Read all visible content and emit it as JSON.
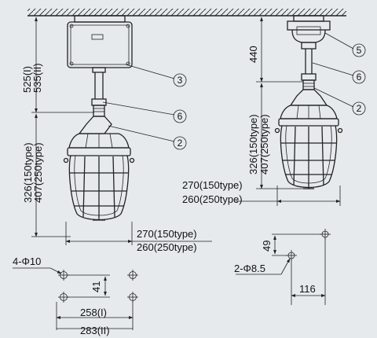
{
  "colors": {
    "background": "#e6eaed",
    "line": "#222222"
  },
  "callouts": [
    "3",
    "6",
    "2",
    "5",
    "6",
    "2"
  ],
  "left_fixture": {
    "height_labels": [
      "525(I)",
      "535(II)"
    ],
    "glass_height_labels": [
      "326(150type)",
      "407(250type)"
    ],
    "width_labels": [
      "270(150type)",
      "260(250type)"
    ]
  },
  "right_fixture": {
    "stem_length": "440",
    "glass_height_labels": [
      "326(150type)",
      "407(250type)"
    ],
    "width_labels": [
      "270(150type)",
      "260(250type)"
    ]
  },
  "mount_plate_left": {
    "hole_label": "4-Φ10",
    "vertical_spacing": "41",
    "spacing_labels": [
      "258(I)",
      "283(II)"
    ]
  },
  "mount_plate_right": {
    "hole_label": "2-Φ8.5",
    "vertical_spacing": "49",
    "horizontal_spacing": "116"
  }
}
